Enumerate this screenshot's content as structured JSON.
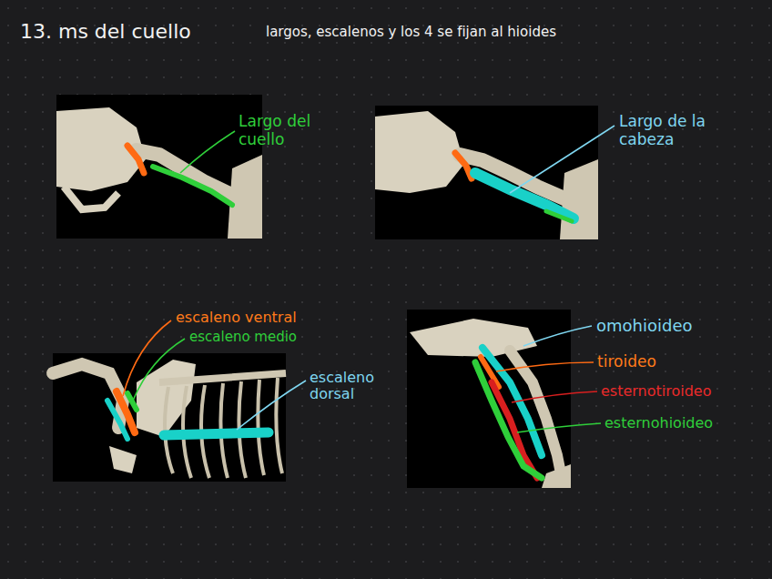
{
  "diagram": {
    "title": "13. ms del cuello",
    "labels": [
      "largos, escalenos y los 4 se fijan al hioides",
      "Largo del cuello",
      "Largo de la cabeza",
      "escaleno ventral",
      "escaleno medio",
      "escaleno dorsal",
      "omohioideo",
      "tiroideo",
      "esternotiroideo",
      "esternohioideo"
    ]
  }
}
